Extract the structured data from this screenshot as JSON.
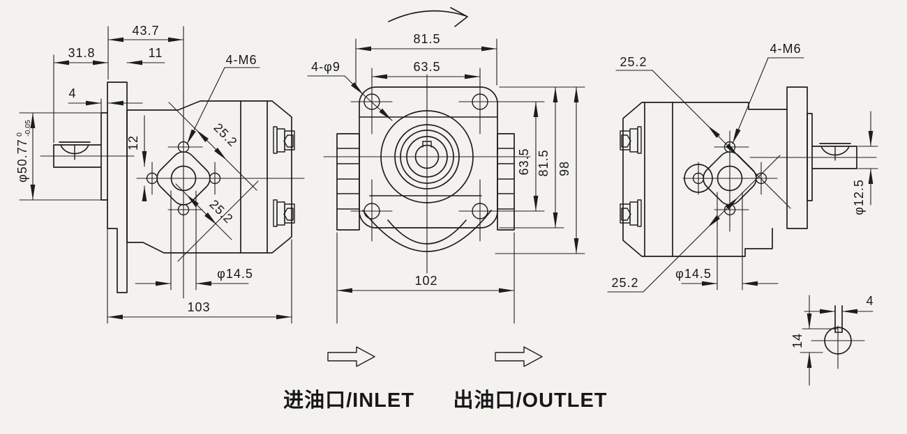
{
  "page": {
    "background": "#f4f2ee",
    "ink": "#1d1d1f"
  },
  "left_view": {
    "dim_total_width": "43.7",
    "dim_shaft_len": "31.8",
    "dim_flange_thk": "11",
    "dim_boss": "4",
    "dim_port_boss": "12",
    "pilot_dia": "φ50.77",
    "pilot_tol_upper": "0",
    "pilot_tol_lower": "-0.05",
    "thread_label": "4-M6",
    "diag_upper": "25.2",
    "diag_lower": "25.2",
    "port_dia": "φ14.5",
    "dim_overall": "103"
  },
  "front_view": {
    "rotation_icon": "clockwise-rotation-arrow",
    "dim_width_outer": "81.5",
    "dim_bolt_h": "63.5",
    "hole_label": "4-φ9",
    "dim_bolt_v": "63.5",
    "dim_height_flange": "81.5",
    "dim_height_total": "98",
    "dim_body_width": "102"
  },
  "right_view": {
    "diag_upper": "25.2",
    "thread_label": "4-M6",
    "shaft_dia": "φ12.5",
    "diag_lower": "25.2",
    "port_dia": "φ14.5",
    "key_width": "4",
    "key_height": "14"
  },
  "flow_labels": {
    "inlet": "进油口/INLET",
    "outlet": "出油口/OUTLET"
  }
}
